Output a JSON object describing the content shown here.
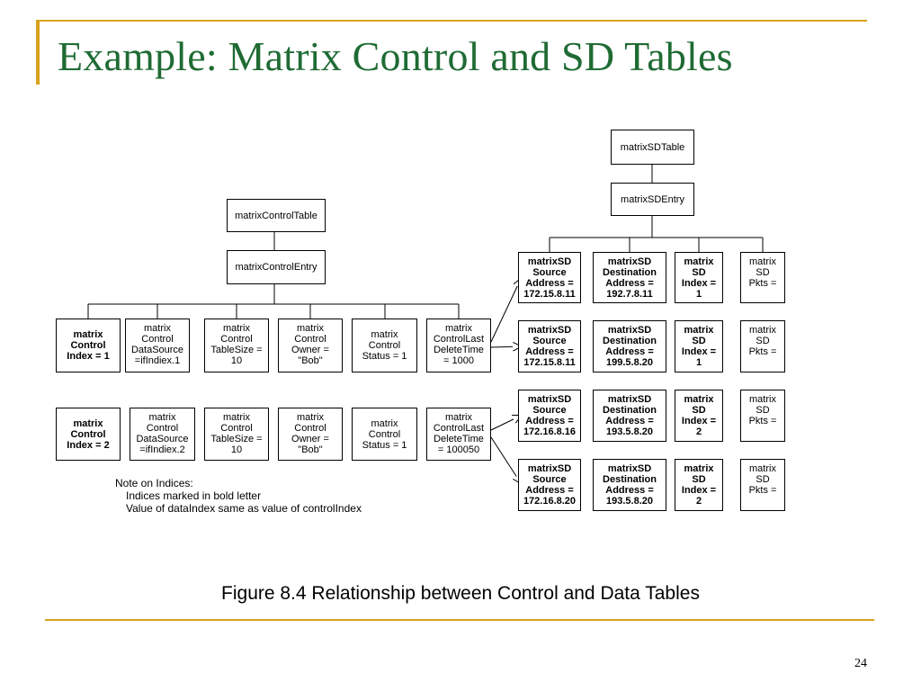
{
  "slide": {
    "title": "Example: Matrix Control and SD Tables",
    "caption": "Figure 8.4 Relationship between Control and Data Tables",
    "page_number": "24"
  },
  "colors": {
    "title": "#1f6b34",
    "accent_rule": "#d9a21b"
  },
  "control": {
    "table": "matrixControlTable",
    "entry": "matrixControlEntry",
    "row1": [
      "matrix\nControl\nIndex = 1",
      "matrix\nControl\nDataSource\n=ifIndiex.1",
      "matrix\nControl\nTableSize =\n10",
      "matrix\nControl\nOwner =\n\"Bob\"",
      "matrix\nControl\nStatus =  1",
      "matrix\nControlLast\nDeleteTime\n= 1000"
    ],
    "row2": [
      "matrix\nControl\nIndex = 2",
      "matrix\nControl\nDataSource\n=ifIndiex.2",
      "matrix\nControl\nTableSize =\n10",
      "matrix\nControl\nOwner =\n\"Bob\"",
      "matrix\nControl\nStatus =  1",
      "matrix\nControlLast\nDeleteTime\n= 100050"
    ]
  },
  "sd": {
    "table": "matrixSDTable",
    "entry": "matrixSDEntry",
    "rows": [
      [
        "matrixSD\nSource\nAddress =\n172.15.8.11",
        "matrixSD\nDestination\nAddress =\n192.7.8.11",
        "matrix\nSD\nIndex =\n1",
        "matrix\nSD\nPkts ="
      ],
      [
        "matrixSD\nSource\nAddress =\n172.15.8.11",
        "matrixSD\nDestination\nAddress =\n199.5.8.20",
        "matrix\nSD\nIndex =\n1",
        "matrix\nSD\nPkts ="
      ],
      [
        "matrixSD\nSource\nAddress =\n172.16.8.16",
        "matrixSD\nDestination\nAddress =\n193.5.8.20",
        "matrix\nSD\nIndex =\n2",
        "matrix\nSD\nPkts ="
      ],
      [
        "matrixSD\nSource\nAddress =\n172.16.8.20",
        "matrixSD\nDestination\nAddress =\n193.5.8.20",
        "matrix\nSD\nIndex =\n2",
        "matrix\nSD\nPkts ="
      ]
    ]
  },
  "note": {
    "heading": "Note on Indices:",
    "line1": "Indices marked in bold letter",
    "line2": "Value of dataIndex same as value of controlIndex"
  }
}
